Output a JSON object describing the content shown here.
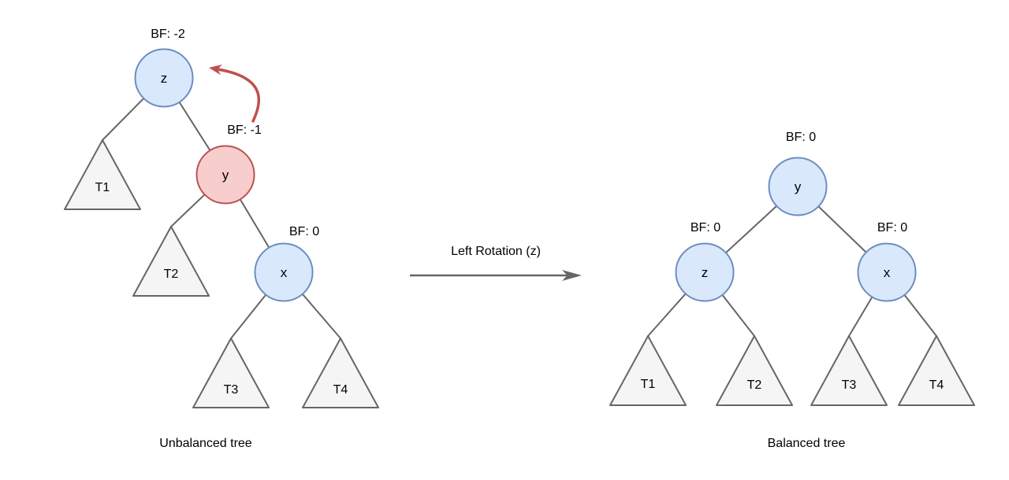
{
  "unbalanced": {
    "caption": "Unbalanced tree",
    "nodes": {
      "z": {
        "label": "z",
        "bf": "BF: -2",
        "color": "blue"
      },
      "y": {
        "label": "y",
        "bf": "BF: -1",
        "color": "red"
      },
      "x": {
        "label": "x",
        "bf": "BF: 0",
        "color": "blue"
      }
    },
    "subtrees": {
      "t1": {
        "label": "T1"
      },
      "t2": {
        "label": "T2"
      },
      "t3": {
        "label": "T3"
      },
      "t4": {
        "label": "T4"
      }
    }
  },
  "rotation": {
    "label": "Left Rotation (z)"
  },
  "balanced": {
    "caption": "Balanced tree",
    "nodes": {
      "y": {
        "label": "y",
        "bf": "BF: 0",
        "color": "blue"
      },
      "z": {
        "label": "z",
        "bf": "BF: 0",
        "color": "blue"
      },
      "x": {
        "label": "x",
        "bf": "BF: 0",
        "color": "blue"
      }
    },
    "subtrees": {
      "t1": {
        "label": "T1"
      },
      "t2": {
        "label": "T2"
      },
      "t3": {
        "label": "T3"
      },
      "t4": {
        "label": "T4"
      }
    }
  },
  "colors": {
    "node_blue_fill": "#dae8fc",
    "node_blue_stroke": "#6c8ebf",
    "node_red_fill": "#f8cecc",
    "node_red_stroke": "#b85450",
    "subtree_fill": "#f5f5f5",
    "edge_stroke": "#666666",
    "rotation_arrow_red": "#c0504d"
  }
}
